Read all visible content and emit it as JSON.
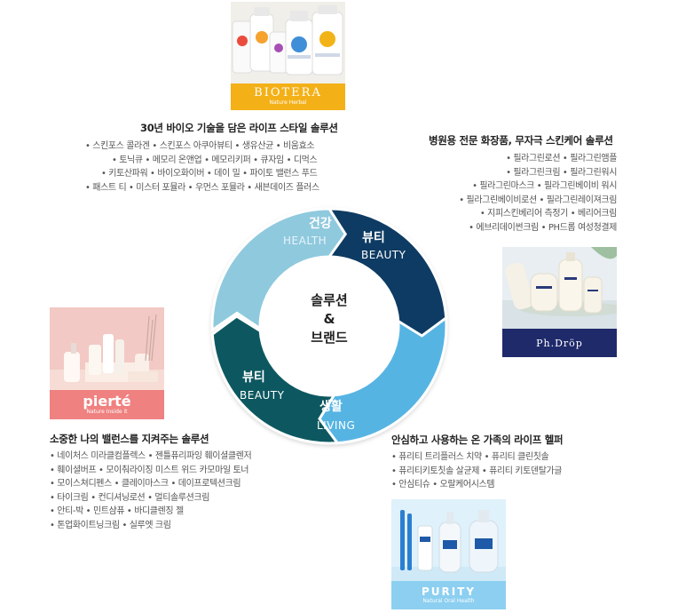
{
  "center": {
    "line1": "솔루션",
    "line2": "&",
    "line3": "브랜드"
  },
  "segments": [
    {
      "ko": "건강",
      "en": "HEALTH",
      "color": "#8fc9dd"
    },
    {
      "ko": "뷰티",
      "en": "BEAUTY",
      "color": "#0f3b63"
    },
    {
      "ko": "생활",
      "en": "LIVING",
      "color": "#57b4e3"
    },
    {
      "ko": "뷰티",
      "en": "BEAUTY",
      "color": "#0d5961"
    }
  ],
  "health": {
    "brand": "BIOTERA",
    "brand_sub": "Nature Herbal",
    "brand_color": "#f4b017",
    "heading": "30년 바이오 기술을 담은 라이프 스타일 솔루션",
    "items": [
      "• 스킨포스 콜라겐 • 스킨포스 아쿠아뷰티 • 생유산균 • 비움효소",
      "• 토닉큐 • 메모리 온앤업 • 메모리키퍼 • 큐자임 • 디먹스",
      "• 키토산파워 • 바이오화이버 • 데이 밀 • 파이토 밸런스 푸드",
      "• 패스트 티 • 미스터 포뮬라 • 우먼스 포뮬라 • 새븐데이즈 플러스"
    ]
  },
  "phdrop": {
    "brand": "Ph.Dröp",
    "brand_color": "#1f2a6b",
    "heading": "병원용 전문 화장품, 무자극 스킨케어 솔루션",
    "items": [
      "• 필라그린로션 • 필라그린앰플",
      "• 필라그린크림 • 필라그린워시",
      "• 필라그린마스크 • 필라그린베이비 워시",
      "• 필라그린베이비로션 • 필라그린레이져크림",
      "• 지피스킨베리어 측정기 • 베리어크림",
      "• 에브리데이썬크림 • PH드롭 여성청결제"
    ]
  },
  "pierte": {
    "brand": "pierté",
    "brand_sub": "Nature Inside it",
    "brand_color": "#ef8180",
    "heading": "소중한 나의 밸런스를 지켜주는 솔루션",
    "items": [
      "• 네이처스 미라클컴플렉스 • 젠틀퓨리파잉 훼이셜클렌저",
      "• 훼이셜버프 • 모이춰라이징 미스트 위드 카모마일 토너",
      "• 모이스쳐디펜스 • 클레이마스크 • 데이프로텍션크림",
      "• 타이크림 • 컨디셔닝로션 • 멀티솔루션크림",
      "• 안티-박 • 민트샴퓨 • 바디클렌징 젤",
      "• 톤업화이트닝크림 • 실루엣 크림"
    ]
  },
  "purity": {
    "brand": "PURITY",
    "brand_sub": "Natural Oral Health",
    "brand_color": "#8ccff0",
    "heading": "안심하고 사용하는 온 가족의 라이프 헬퍼",
    "items": [
      "• 퓨리티 트리플러스 치약 • 퓨리티 클린칫솔",
      "• 퓨리티키토칫솔 살균제 • 퓨리티 키토덴탈가글",
      "• 안심티슈 • 오랄케어시스템"
    ]
  }
}
